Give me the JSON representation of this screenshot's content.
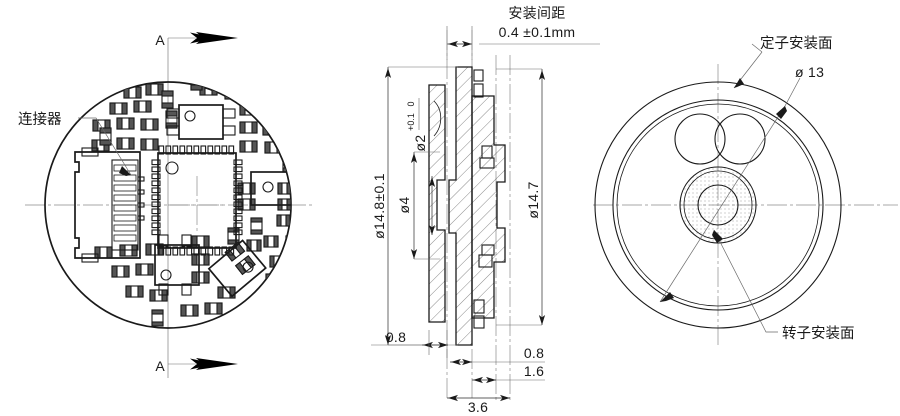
{
  "drawing": {
    "title": "PCB encoder assembly technical drawing",
    "views": {
      "left": {
        "name": "pcb-top-view",
        "annotations": {
          "connector_label": "连接器",
          "section_mark_top": "A",
          "section_mark_bottom": "A"
        }
      },
      "middle": {
        "name": "section-view-a-a",
        "header_line1": "安装间距",
        "header_line2": "0.4 ±0.1mm",
        "dimensions": {
          "overall_diameter": "ø14.8±0.1",
          "bore_small": "ø2",
          "bore_small_tol_upper": "+0.1",
          "bore_small_tol_lower": "0",
          "bore_mid": "ø4",
          "body_diameter": "ø14.7",
          "thickness_left": "0.8",
          "thickness_right": "0.8",
          "step_1_6": "1.6",
          "overall_thickness": "3.6"
        }
      },
      "right": {
        "name": "rear-view",
        "annotations": {
          "stator_face": "定子安装面",
          "diameter_13": "ø 13",
          "rotor_face": "转子安装面"
        }
      }
    },
    "colors": {
      "line": "#1a1a1a",
      "centerline": "#8a8a8a",
      "dimension": "#2a2a2a",
      "background": "#ffffff"
    }
  }
}
